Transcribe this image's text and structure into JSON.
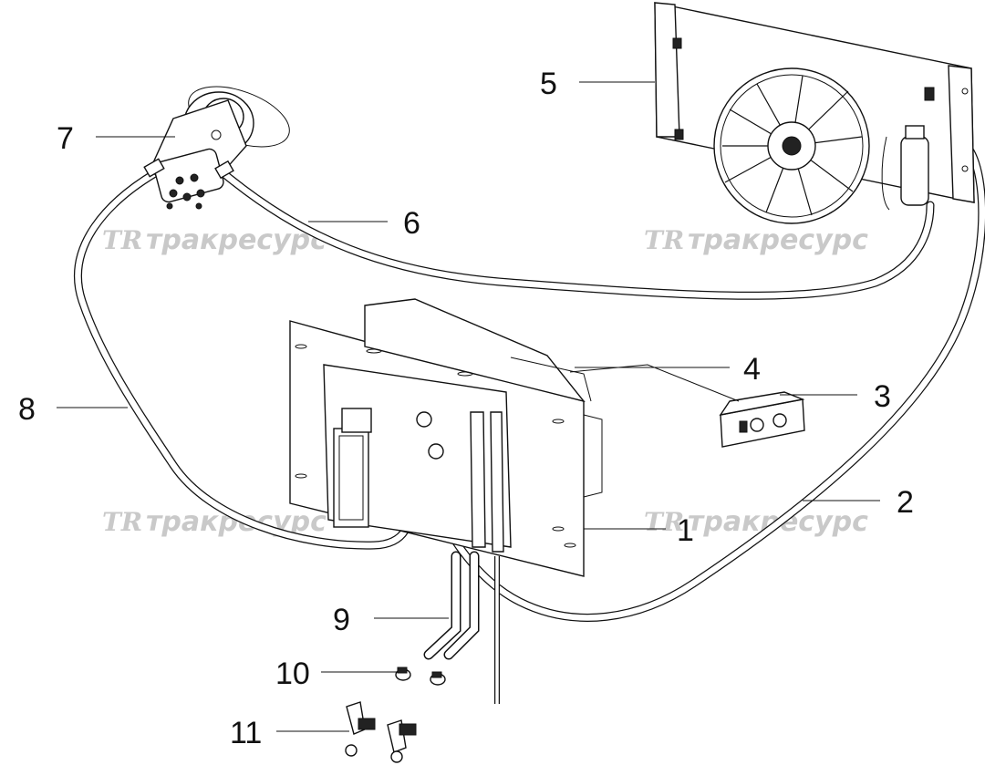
{
  "watermark": {
    "logo": "TR",
    "text": "тракресурс"
  },
  "callouts": [
    {
      "id": "1",
      "label": "1"
    },
    {
      "id": "2",
      "label": "2"
    },
    {
      "id": "3",
      "label": "3"
    },
    {
      "id": "4",
      "label": "4"
    },
    {
      "id": "5",
      "label": "5"
    },
    {
      "id": "6",
      "label": "6"
    },
    {
      "id": "7",
      "label": "7"
    },
    {
      "id": "8",
      "label": "8"
    },
    {
      "id": "9",
      "label": "9"
    },
    {
      "id": "10",
      "label": "10"
    },
    {
      "id": "11",
      "label": "11"
    }
  ]
}
